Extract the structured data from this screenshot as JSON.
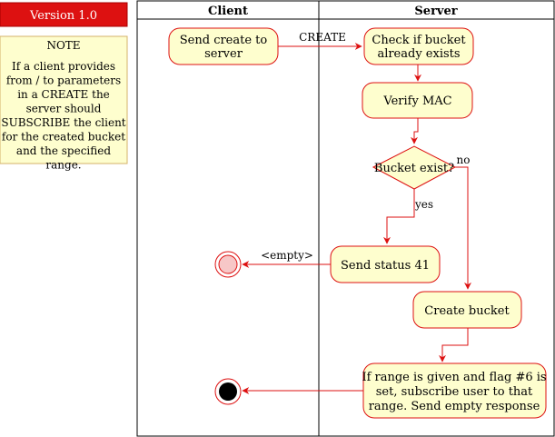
{
  "version": {
    "label": "Version 1.0",
    "color": "#dd1111"
  },
  "note": {
    "title": "NOTE",
    "lines": [
      "If a client provides",
      "from / to parameters",
      "in a CREATE the",
      "server should",
      "SUBSCRIBE the client",
      "for the created bucket",
      "and the specified",
      "range."
    ]
  },
  "lanes": {
    "client": "Client",
    "server": "Server"
  },
  "nodes": {
    "send_create": [
      "Send create to",
      "server"
    ],
    "check_bucket": [
      "Check if bucket",
      "already exists"
    ],
    "verify_mac": "Verify MAC",
    "bucket_exist": "Bucket exist?",
    "send_status": "Send status 41",
    "create_bucket": "Create bucket",
    "subscribe": [
      "If range is given and flag #6 is",
      "set, subscribe user to that",
      "range. Send empty response"
    ]
  },
  "edge_labels": {
    "create": "CREATE",
    "no": "no",
    "yes": "yes",
    "empty": "<empty>"
  },
  "colors": {
    "node_fill": "#fefece",
    "node_stroke": "#a80036",
    "arrow": "#dd1111",
    "note_fill": "#fbfb77"
  }
}
